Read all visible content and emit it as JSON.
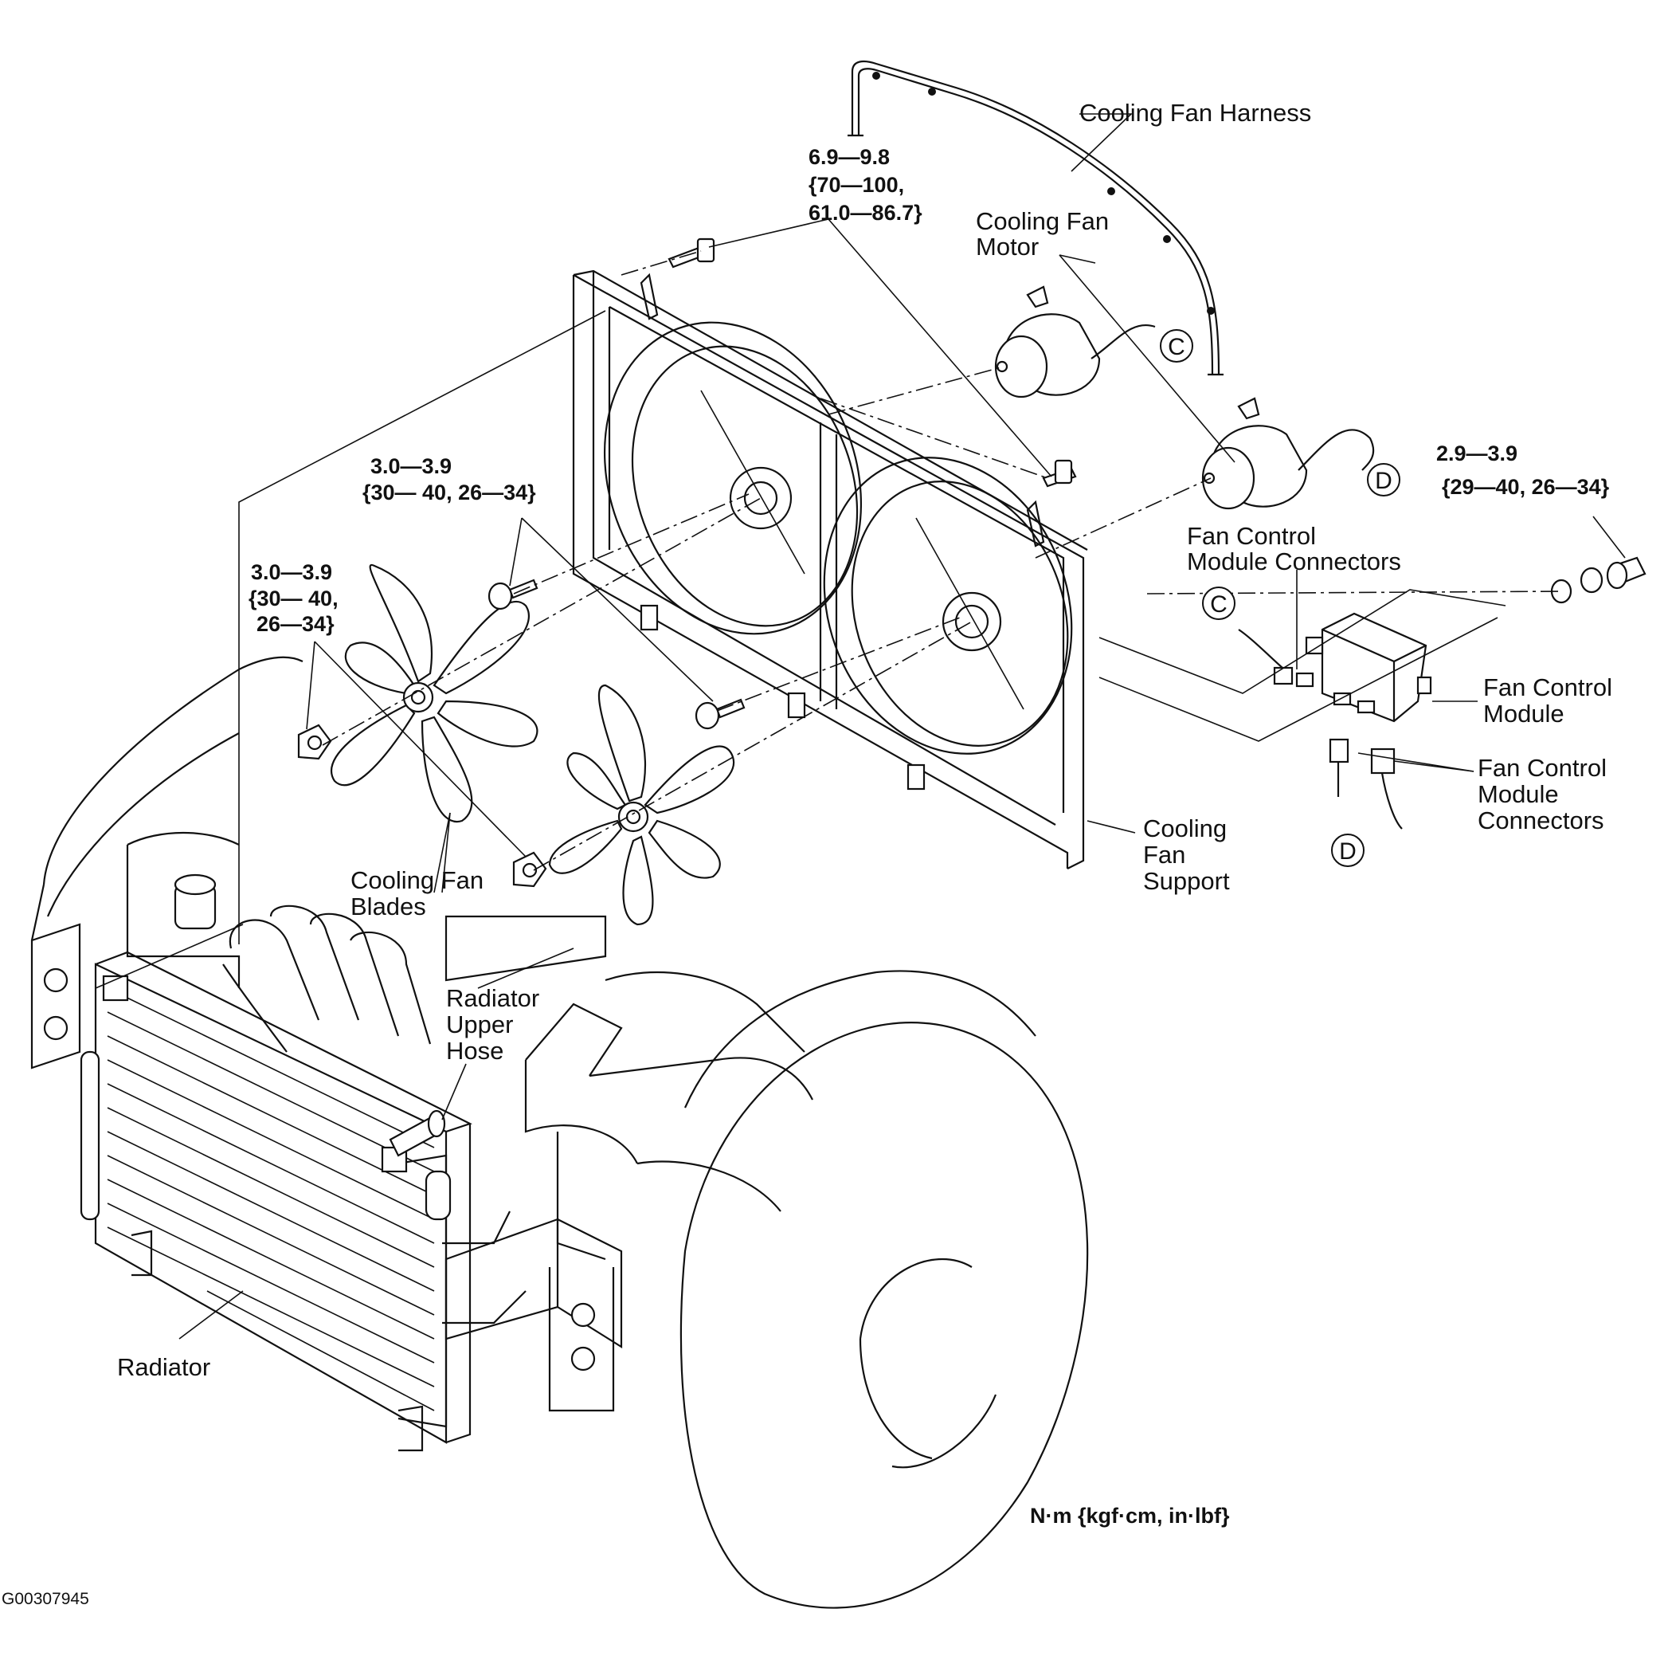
{
  "labels": {
    "cooling_fan_harness": "Cooling Fan Harness",
    "cooling_fan_motor": [
      "Cooling Fan",
      "Motor"
    ],
    "fan_control_module_connectors_top": [
      "Fan Control",
      "Module Connectors"
    ],
    "fan_control_module": [
      "Fan Control",
      "Module"
    ],
    "fan_control_module_connectors_bottom": [
      "Fan Control",
      "Module",
      "Connectors"
    ],
    "cooling_fan_support": [
      "Cooling",
      "Fan",
      "Support"
    ],
    "cooling_fan_blades": [
      "Cooling Fan",
      "Blades"
    ],
    "radiator_upper_hose": [
      "Radiator",
      "Upper",
      "Hose"
    ],
    "radiator": "Radiator"
  },
  "torque_specs": {
    "support_bolt": [
      "6.9—9.8",
      "{70—100,",
      "61.0—86.7}"
    ],
    "motor_bolt": [
      "3.0—3.9",
      "{30— 40, 26—34}"
    ],
    "blade_nut": [
      "3.0—3.9",
      "{30— 40,",
      "26—34}"
    ],
    "module_bolt": [
      "2.9—3.9",
      "{29—40,  26—34}"
    ]
  },
  "connector_marks": {
    "c_motor": "C",
    "d_motor": "D",
    "c_module": "C",
    "d_module": "D"
  },
  "unit_note": "N·m {kgf·cm, in·lbf}",
  "figure_id": "G00307945"
}
